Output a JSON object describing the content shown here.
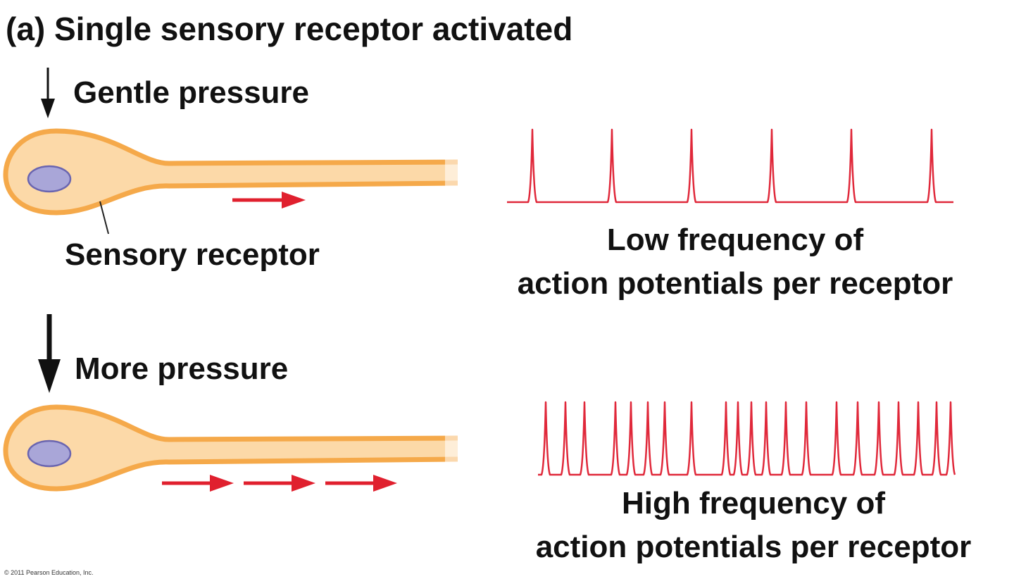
{
  "title": "(a) Single sensory receptor activated",
  "gentle": {
    "label": "Gentle pressure",
    "caption_line1": "Low frequency of",
    "caption_line2": "action potentials per receptor",
    "spike_count": 6
  },
  "more": {
    "label": "More pressure",
    "caption_line1": "High frequency of",
    "caption_line2": "action potentials per receptor",
    "spike_count": 23
  },
  "receptor_label": "Sensory receptor",
  "copyright": "© 2011 Pearson Education, Inc.",
  "colors": {
    "neuron_fill": "#fcd9a8",
    "neuron_outline": "#f5a94a",
    "nucleus_fill": "#a9a6d8",
    "nucleus_outline": "#6a65b0",
    "trace": "#e0283a",
    "arrow_red": "#e0202e",
    "text": "#111111"
  }
}
